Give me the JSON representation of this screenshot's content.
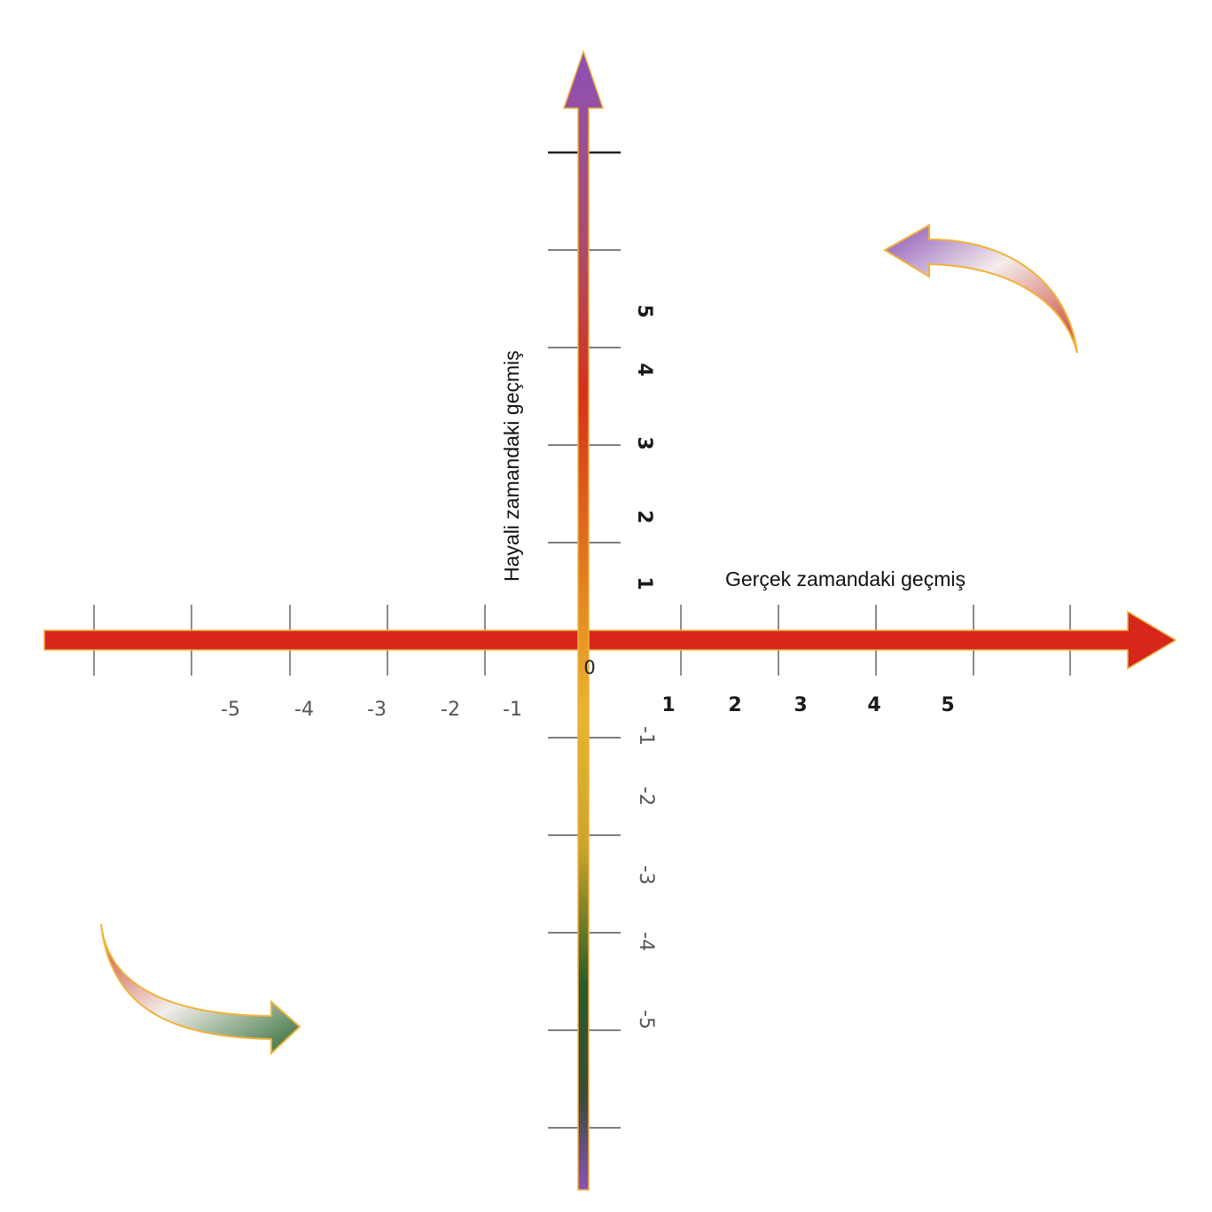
{
  "labels": {
    "real_axis": "Gerçek zamandaki geçmiş",
    "imaginary_axis": "Hayali zamandaki geçmiş",
    "origin": "0"
  },
  "ticks": {
    "x_positive": [
      "1",
      "2",
      "3",
      "4",
      "5"
    ],
    "x_negative": [
      "-5",
      "-4",
      "-3",
      "-2",
      "-1"
    ],
    "y_positive": [
      "1",
      "2",
      "3",
      "4",
      "5"
    ],
    "y_negative": [
      "-1",
      "-2",
      "-3",
      "-4",
      "-5"
    ]
  },
  "colors": {
    "real_axis_arrow": "#d7261b",
    "axis_outline": "#f0b23a",
    "imaginary_top": "#8a52b8",
    "imaginary_middle": "#e8b530",
    "imaginary_bottom_green": "#2a5a2a",
    "curved_arrow_top_head": "#8a52b8",
    "curved_arrow_bottom_head": "#2f6a35",
    "curved_arrow_tail": "#c8382a"
  }
}
